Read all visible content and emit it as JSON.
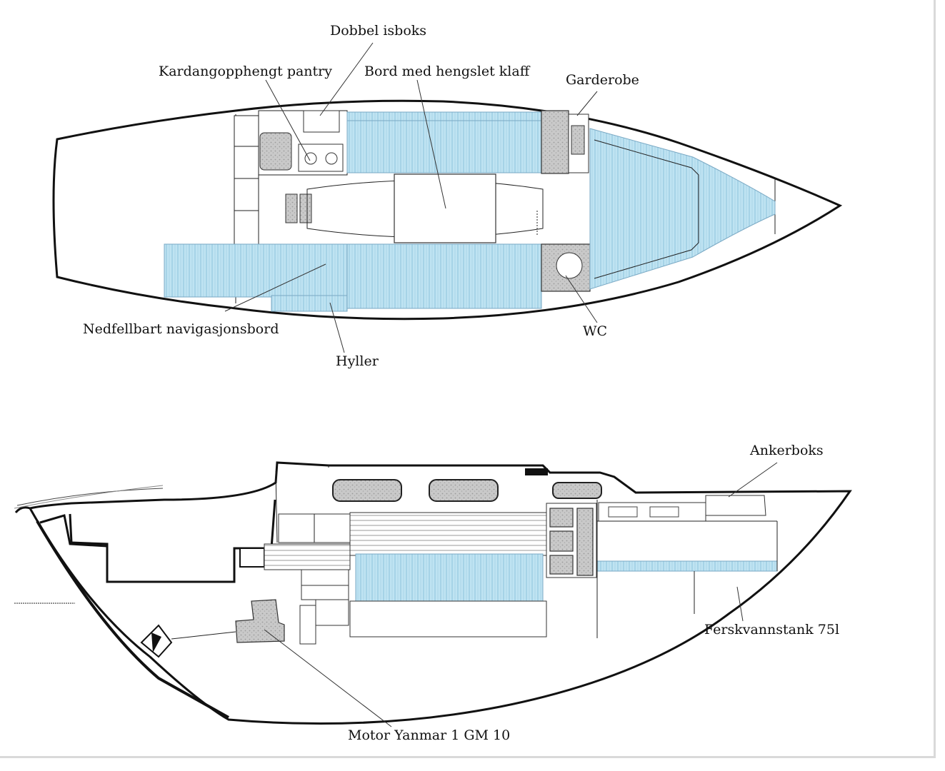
{
  "labels": {
    "dobbel_isboks": "Dobbel isboks",
    "kardang": "Kardangopphengt pantry",
    "bord": "Bord med hengslet klaff",
    "garderobe": "Garderobe",
    "nedfellbart": "Nedfellbart navigasjonsbord",
    "wc": "WC",
    "hyller": "Hyller",
    "ankerboks": "Ankerboks",
    "ferskvann": "Ferskvannstank 75l",
    "motor": "Motor Yanmar 1 GM 10"
  },
  "colors": {
    "cushion": "#bfe3f2",
    "cushion_stripe": "#8ec3dc",
    "line": "#111111",
    "grain": "#bdbdbd"
  }
}
